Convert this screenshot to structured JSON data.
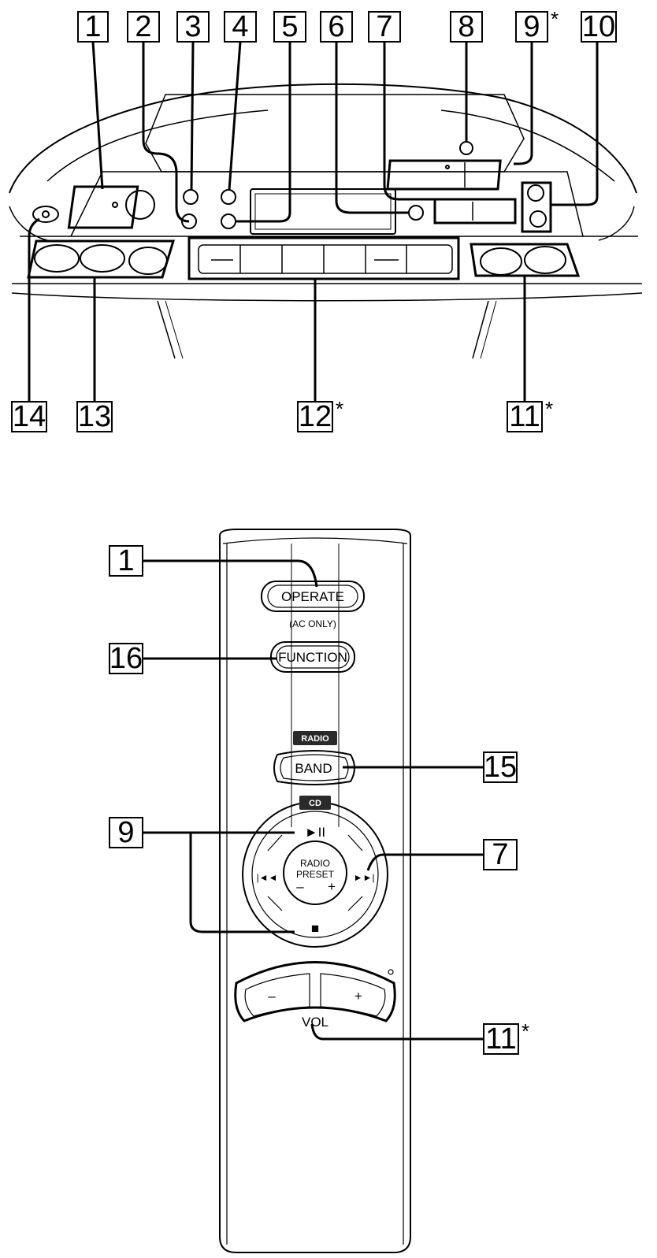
{
  "colors": {
    "ink": "#000000",
    "paper": "#ffffff",
    "section_label_bg": "#2a2a2a"
  },
  "top_callouts": [
    {
      "id": "t1",
      "num": "1",
      "asterisk": ""
    },
    {
      "id": "t2",
      "num": "2",
      "asterisk": ""
    },
    {
      "id": "t3",
      "num": "3",
      "asterisk": ""
    },
    {
      "id": "t4",
      "num": "4",
      "asterisk": ""
    },
    {
      "id": "t5",
      "num": "5",
      "asterisk": ""
    },
    {
      "id": "t6",
      "num": "6",
      "asterisk": ""
    },
    {
      "id": "t7",
      "num": "7",
      "asterisk": ""
    },
    {
      "id": "t8",
      "num": "8",
      "asterisk": ""
    },
    {
      "id": "t9",
      "num": "9",
      "asterisk": "*"
    },
    {
      "id": "t10",
      "num": "10",
      "asterisk": ""
    }
  ],
  "bottom_callouts": [
    {
      "id": "b14",
      "num": "14",
      "asterisk": ""
    },
    {
      "id": "b13",
      "num": "13",
      "asterisk": ""
    },
    {
      "id": "b12",
      "num": "12",
      "asterisk": "*"
    },
    {
      "id": "b11",
      "num": "11",
      "asterisk": "*"
    }
  ],
  "remote_callouts": [
    {
      "id": "r1",
      "num": "1",
      "asterisk": ""
    },
    {
      "id": "r16",
      "num": "16",
      "asterisk": ""
    },
    {
      "id": "r15",
      "num": "15",
      "asterisk": ""
    },
    {
      "id": "r9",
      "num": "9",
      "asterisk": ""
    },
    {
      "id": "r7",
      "num": "7",
      "asterisk": ""
    },
    {
      "id": "r11",
      "num": "11",
      "asterisk": "*"
    }
  ],
  "remote": {
    "operate_label": "OPERATE",
    "ac_only_label": "(AC ONLY)",
    "function_label": "FUNCTION",
    "radio_section": "RADIO",
    "band_label": "BAND",
    "cd_section": "CD",
    "play_pause_symbol": "►II",
    "stop_symbol": "■",
    "prev_symbol": "|◄◄",
    "next_symbol": "►►|",
    "preset_line1": "RADIO",
    "preset_line2": "PRESET",
    "preset_minus": "–",
    "preset_plus": "+",
    "vol_minus": "–",
    "vol_plus": "+",
    "vol_label": "VOL"
  },
  "icons": [
    "play-pause-icon",
    "stop-icon",
    "previous-track-icon",
    "next-track-icon"
  ]
}
